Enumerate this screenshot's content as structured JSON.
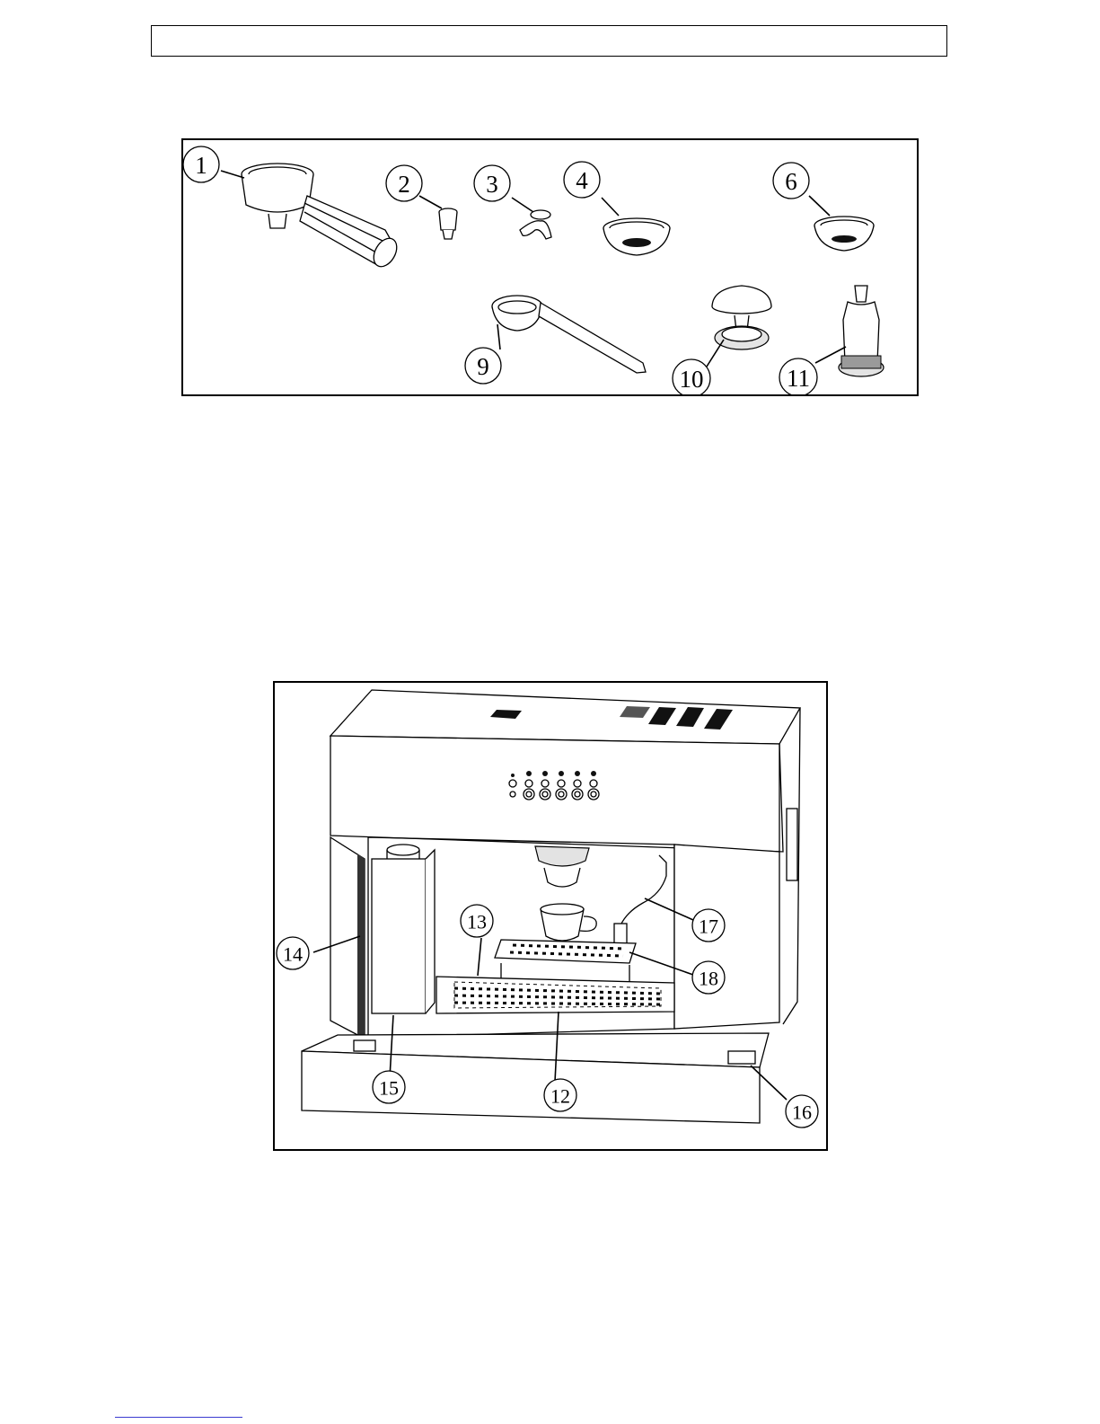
{
  "accessories_diagram": {
    "callouts": [
      "1",
      "2",
      "3",
      "4",
      "6",
      "9",
      "10",
      "11"
    ]
  },
  "machine_diagram": {
    "callouts": [
      "12",
      "13",
      "14",
      "15",
      "16",
      "17",
      "18"
    ]
  }
}
